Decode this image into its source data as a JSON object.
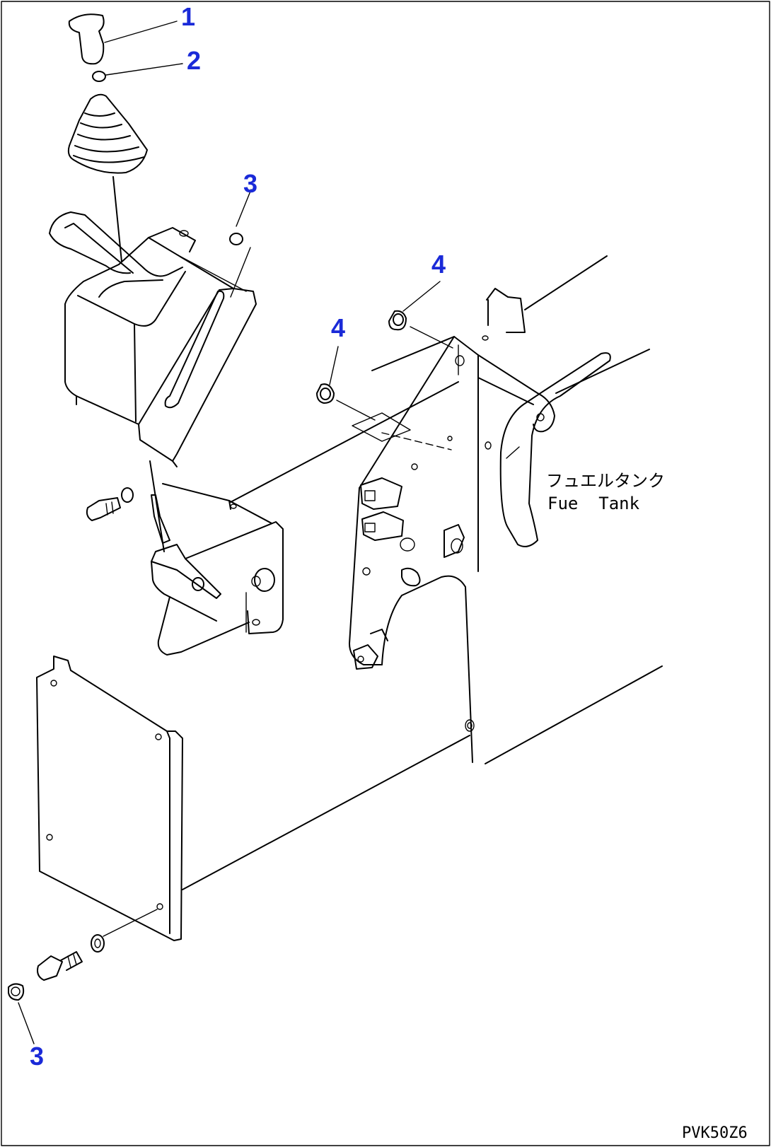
{
  "callouts": {
    "c1": "1",
    "c2": "2",
    "c3_top": "3",
    "c4_right": "4",
    "c4_left": "4",
    "c3_bottom": "3"
  },
  "fuel_tank": {
    "japanese": "フュエルタンク",
    "english": "Fue  Tank"
  },
  "drawing_code": "PVK50Z6",
  "colors": {
    "callout": "#1a2ad8",
    "line": "#000000",
    "background": "#ffffff"
  }
}
